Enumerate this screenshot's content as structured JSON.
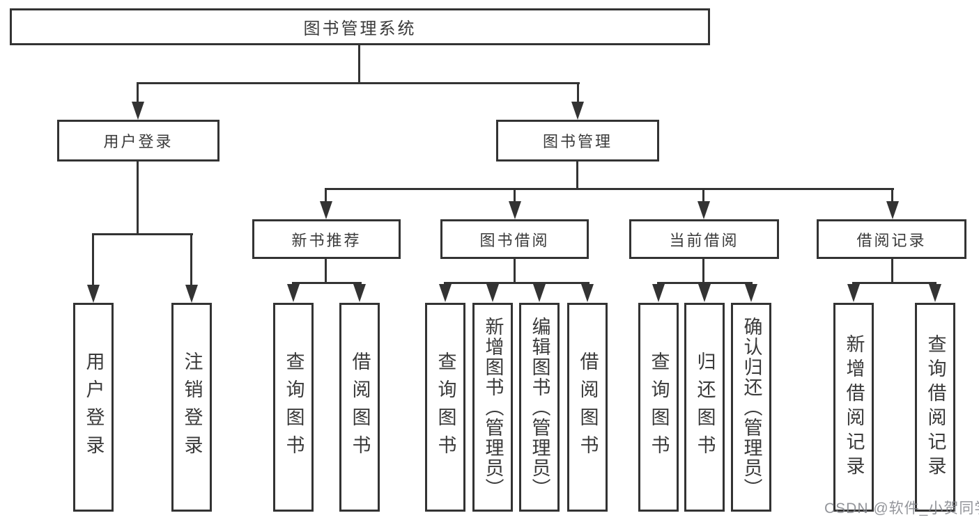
{
  "diagram": {
    "root": "图书管理系统",
    "user_login": {
      "label": "用户登录",
      "children": [
        "用户登录",
        "注销登录"
      ]
    },
    "book_mgmt": {
      "label": "图书管理"
    },
    "new_book": {
      "label": "新书推荐",
      "children": [
        "查询图书",
        "借阅图书"
      ]
    },
    "book_borrow": {
      "label": "图书借阅",
      "children": [
        "查询图书",
        "新增图书（管理员）",
        "编辑图书（管理员）",
        "借阅图书"
      ]
    },
    "current_borrow": {
      "label": "当前借阅",
      "children": [
        "查询图书",
        "归还图书",
        "确认归还（管理员）"
      ]
    },
    "borrow_history": {
      "label": "借阅记录",
      "children": [
        "新增借阅记录",
        "查询借阅记录"
      ]
    },
    "watermark": "CSDN @软件_小贺同学",
    "colors": {
      "line": "#333333",
      "text": "#3a3a3a",
      "watermark": "#808388",
      "background": "#ffffff"
    }
  }
}
